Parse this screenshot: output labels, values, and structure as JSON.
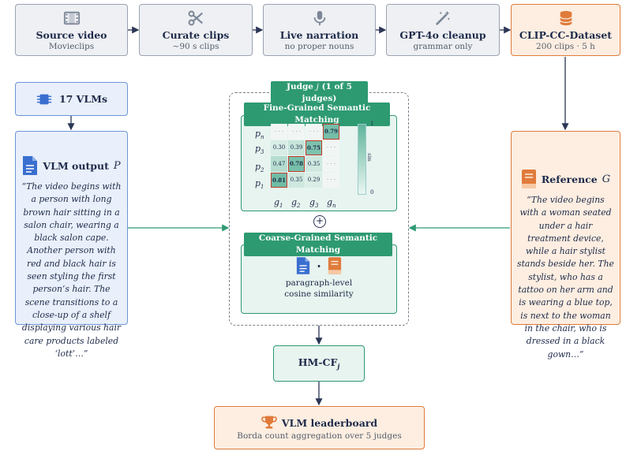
{
  "pipeline": [
    {
      "title": "Source video",
      "subtitle": "Movieclips",
      "icon": "film-icon"
    },
    {
      "title": "Curate clips",
      "subtitle": "~90 s clips",
      "icon": "scissors-icon"
    },
    {
      "title": "Live narration",
      "subtitle": "no proper nouns",
      "icon": "microphone-icon"
    },
    {
      "title": "GPT-4o cleanup",
      "subtitle": "grammar only",
      "icon": "magic-wand-icon"
    },
    {
      "title": "CLIP-CC-Dataset",
      "subtitle": "200 clips · 5 h",
      "icon": "database-icon"
    }
  ],
  "vlms": {
    "label": "17 VLMs",
    "icon": "chip-icon"
  },
  "vlm_output": {
    "title": "VLM output",
    "var": "P",
    "quote": "“The video begins with a person with long brown hair sitting in a salon chair, wearing a black salon cape. Another person with red and black hair is seen styling the first person’s hair. The scene transitions to a close-up of a shelf displaying various hair care products labeled ‘lott’…”",
    "icon": "document-icon"
  },
  "reference": {
    "title": "Reference",
    "var": "G",
    "quote": "“The video begins with a woman seated under a hair treatment device, while a hair stylist stands beside her. The stylist, who has a tattoo on her arm and is wearing a blue top, is next to the woman in the chair, who is dressed in a black gown…”",
    "icon": "book-icon"
  },
  "judge": {
    "label_prefix": "Judge",
    "var": "j",
    "label_suffix": "(1 of 5 judges)",
    "fine_label": "Fine-Grained Semantic Matching",
    "coarse_label": "Coarse-Grained Semantic Matching",
    "plus": "+",
    "dot": "·",
    "coarse_text_1": "paragraph-level",
    "coarse_text_2": "cosine similarity"
  },
  "matrix": {
    "row_labels": [
      "p",
      "p",
      "p",
      "p"
    ],
    "row_subs": [
      "n",
      "3",
      "2",
      "1"
    ],
    "col_labels": [
      "g",
      "g",
      "g",
      "g"
    ],
    "col_subs": [
      "1",
      "2",
      "3",
      "n"
    ],
    "cells": [
      [
        "· · ·",
        "· · ·",
        "· · ·",
        "0.79"
      ],
      [
        "0.30",
        "0.39",
        "0.75",
        "· · ·"
      ],
      [
        "0.47",
        "0.78",
        "0.35",
        "· · ·"
      ],
      [
        "0.81",
        "0.35",
        "0.29",
        "· · ·"
      ]
    ],
    "values": [
      [
        null,
        null,
        null,
        0.79
      ],
      [
        0.3,
        0.39,
        0.75,
        null
      ],
      [
        0.47,
        0.78,
        0.35,
        null
      ],
      [
        0.81,
        0.35,
        0.29,
        null
      ]
    ],
    "highlighted": [
      [
        0,
        3
      ],
      [
        1,
        2
      ],
      [
        2,
        1
      ],
      [
        3,
        0
      ]
    ],
    "colorbar_max": "1",
    "colorbar_min": "0",
    "colorbar_label": "sim"
  },
  "hmcf": {
    "label": "HM-CF",
    "sub": "j"
  },
  "leaderboard": {
    "title": "VLM leaderboard",
    "subtitle": "Borda count aggregation over 5 judges",
    "icon": "trophy-icon"
  },
  "colors": {
    "navy": "#1e2a4a",
    "green": "#2e9a72",
    "orange": "#e07b3b",
    "blue": "#6c95d6",
    "highlight": "#c0392b"
  }
}
